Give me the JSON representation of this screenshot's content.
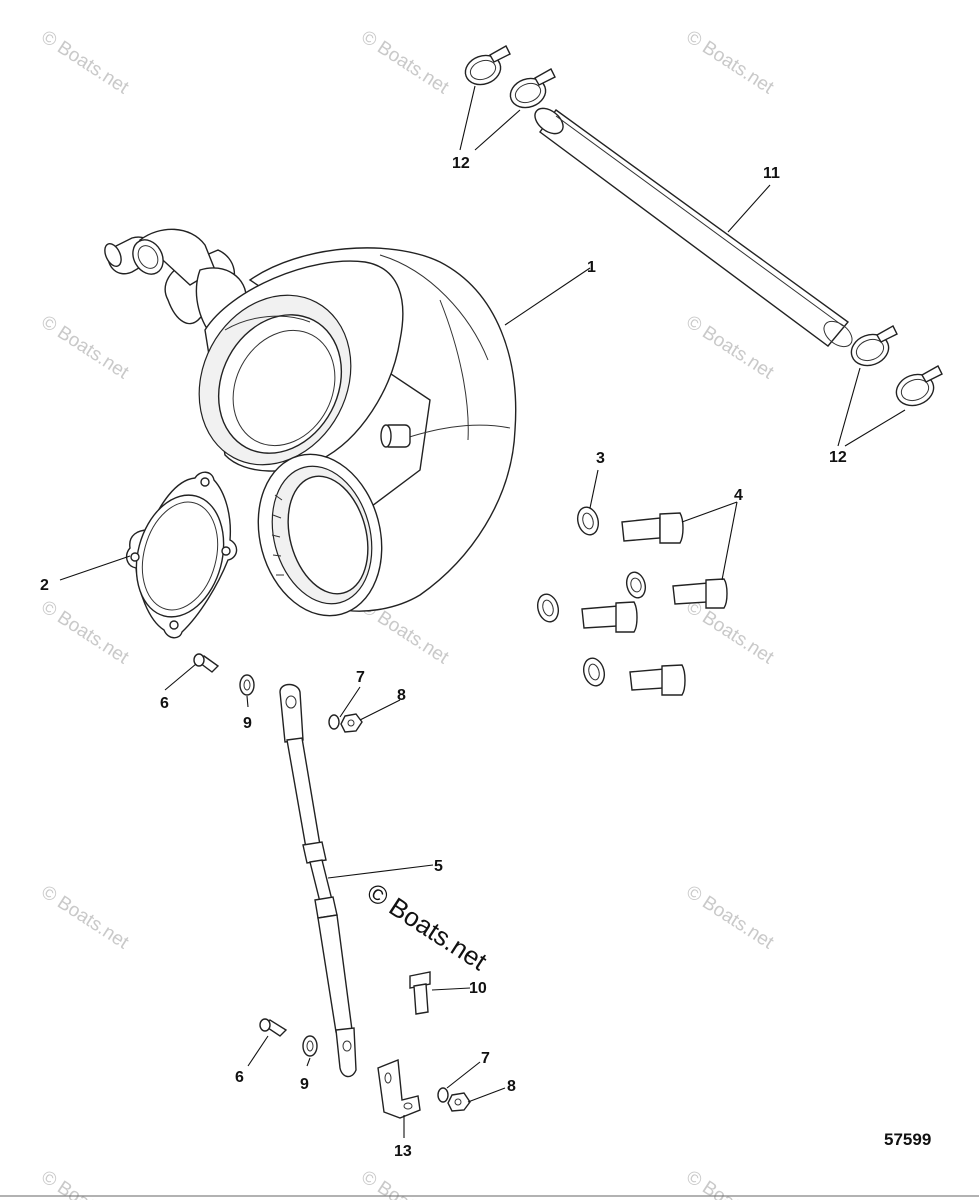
{
  "diagram": {
    "figure_number": "57599",
    "watermark": "© Boats.net",
    "callouts": {
      "c1": "1",
      "c2": "2",
      "c3": "3",
      "c4": "4",
      "c5": "5",
      "c6a": "6",
      "c6b": "6",
      "c7a": "7",
      "c7b": "7",
      "c8a": "8",
      "c8b": "8",
      "c9a": "9",
      "c9b": "9",
      "c10": "10",
      "c11": "11",
      "c12a": "12",
      "c12b": "12",
      "c13": "13"
    }
  }
}
